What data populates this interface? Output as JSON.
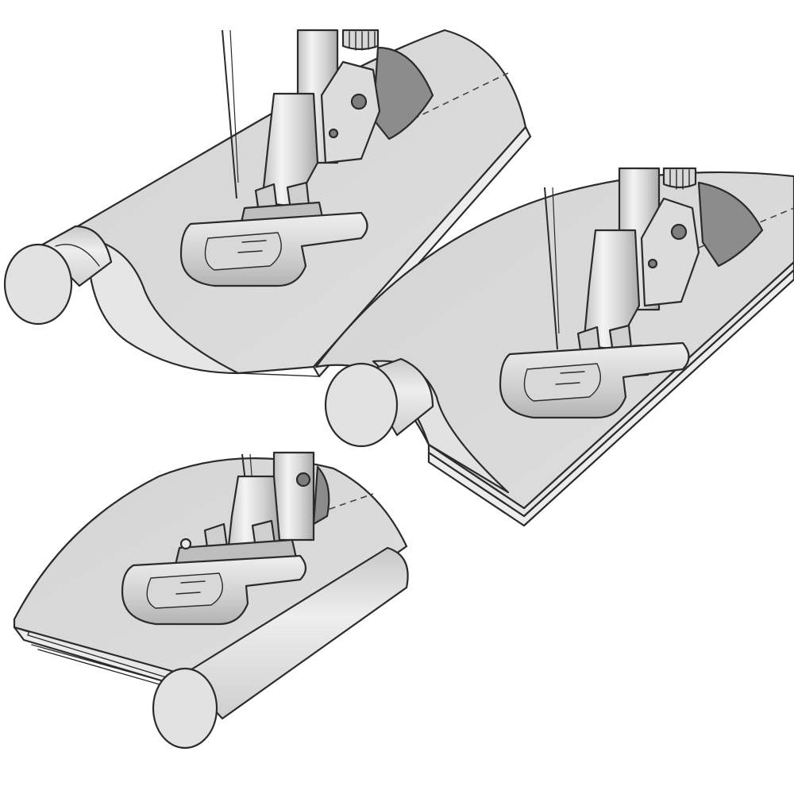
{
  "colors": {
    "fabric_top": "#d6d6d6",
    "fabric_light": "#e4e4e4",
    "fabric_under": "#ececec",
    "roll_face": "#e2e2e2",
    "roll_body": "#dcdcdc",
    "metal_light": "#f2f2f2",
    "metal_mid": "#c9c9c9",
    "metal_dark": "#9a9a9a",
    "outline": "#2b2b2b",
    "background": "#ffffff"
  },
  "panels": [
    {
      "id": "top-left",
      "depicts": "presser-foot-on-rolled-fabric"
    },
    {
      "id": "right",
      "depicts": "presser-foot-on-layered-fabric-with-roll"
    },
    {
      "id": "bottom-left",
      "depicts": "presser-foot-on-fabric-edge-with-roll"
    }
  ]
}
